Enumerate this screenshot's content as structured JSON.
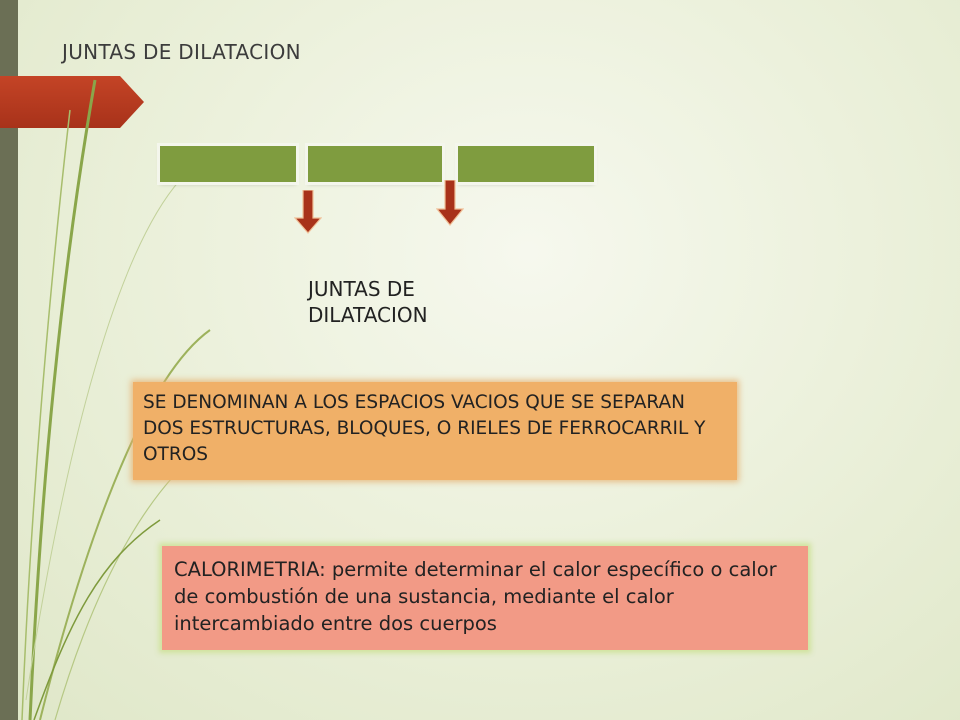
{
  "slide": {
    "title": "JUNTAS DE DILATACION",
    "joint_label": "JUNTAS DE DILATACION",
    "definition": "SE DENOMINAN A LOS ESPACIOS VACIOS QUE SE SEPARAN DOS ESTRUCTURAS, BLOQUES, O RIELES DE FERROCARRIL Y OTROS",
    "calorimetry": "CALORIMETRIA: permite determinar el calor específico o calor de combustión de una sustancia, mediante el calor intercambiado entre dos cuerpos"
  },
  "colors": {
    "block": "#7f9c3f",
    "arrow": "#a8321a",
    "definition_box": "#f0b068",
    "calorimetry_box": "#f29a86",
    "accent_tab": "#b83a20",
    "side_bar": "#6b6f55"
  },
  "icons": {
    "arrow": "arrow-down-icon"
  }
}
